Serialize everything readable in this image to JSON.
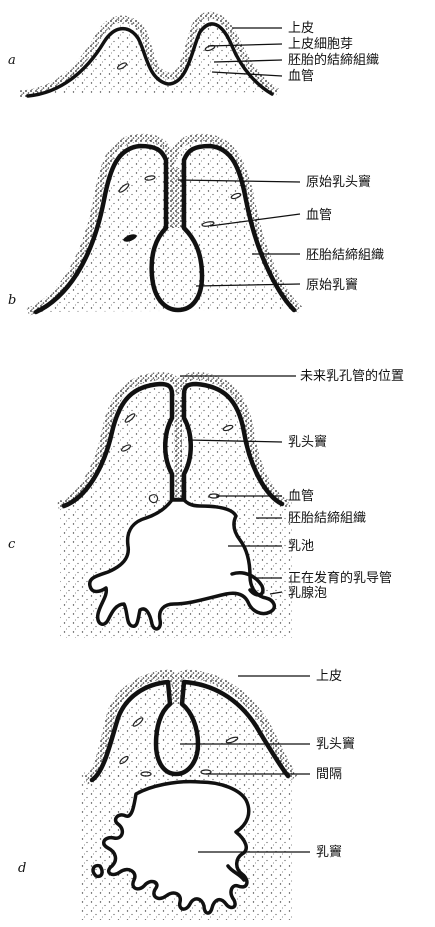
{
  "panels": [
    {
      "letter": "a",
      "labels": [
        "上皮",
        "上皮細胞芽",
        "胚胎的結締組織",
        "血管"
      ]
    },
    {
      "letter": "b",
      "labels": [
        "原始乳头竇",
        "血管",
        "胚胎結締組織",
        "原始乳竇"
      ]
    },
    {
      "letter": "c",
      "labels": [
        "未来乳孔管的位置",
        "乳头竇",
        "血管",
        "胚胎結締組織",
        "乳池",
        "正在发育的乳导管",
        "乳腺泡"
      ]
    },
    {
      "letter": "d",
      "labels": [
        "上皮",
        "乳头竇",
        "間隔",
        "乳竇"
      ]
    }
  ]
}
